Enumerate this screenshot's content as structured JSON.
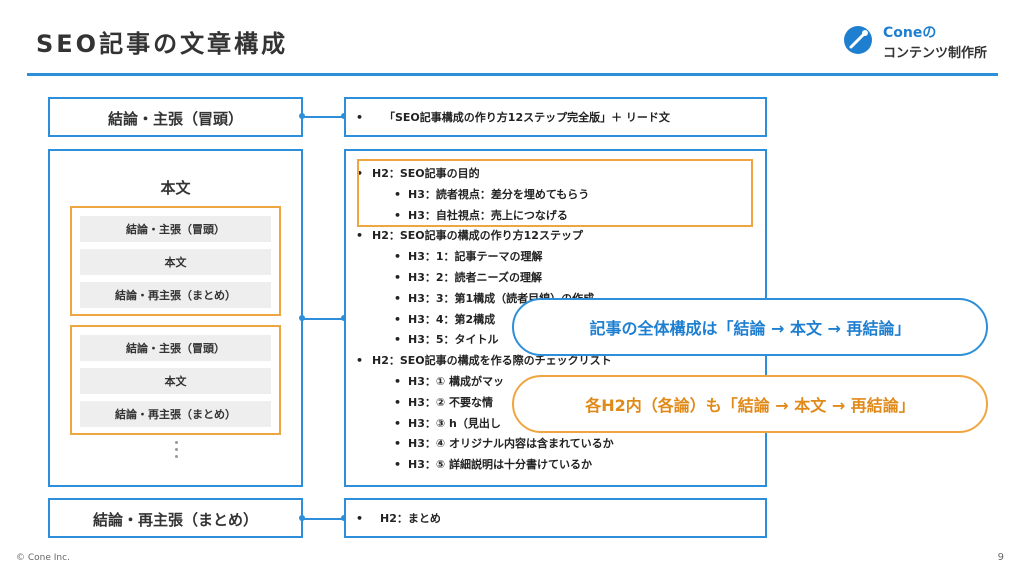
{
  "slide": {
    "title": "SEO記事の文章構成",
    "page_number": "9",
    "copyright": "© Cone Inc."
  },
  "logo": {
    "line1": "Coneの",
    "line2": "コンテンツ制作所",
    "mark_icon": "cone-logo-icon"
  },
  "left": {
    "top_box": "結論・主張（冒頭）",
    "main_box": "本文",
    "group1": [
      "結論・主張（冒頭）",
      "本文",
      "結論・再主張（まとめ）"
    ],
    "group2": [
      "結論・主張（冒頭）",
      "本文",
      "結論・再主張（まとめ）"
    ],
    "bottom_box": "結論・再主張（まとめ）"
  },
  "right": {
    "bullet": "•",
    "top_line": "「SEO記事構成の作り方12ステップ完全版」＋ リード文",
    "outline": [
      {
        "level": 1,
        "text": "H2：SEO記事の目的"
      },
      {
        "level": 2,
        "text": "H3：読者視点：差分を埋めてもらう"
      },
      {
        "level": 2,
        "text": "H3：自社視点：売上につなげる"
      },
      {
        "level": 1,
        "text": "H2：SEO記事の構成の作り方12ステップ"
      },
      {
        "level": 2,
        "text": "H3：1：記事テーマの理解"
      },
      {
        "level": 2,
        "text": "H3：2：読者ニーズの理解"
      },
      {
        "level": 2,
        "text": "H3：3：第1構成（読者目線）の作成"
      },
      {
        "level": 2,
        "text": "H3：4：第2構成"
      },
      {
        "level": 2,
        "text": "H3：5：タイトル"
      },
      {
        "level": 1,
        "text": "H2：SEO記事の構成を作る際のチェックリスト"
      },
      {
        "level": 2,
        "text": "H3：① 構成がマッ"
      },
      {
        "level": 2,
        "text": "H3：② 不要な情"
      },
      {
        "level": 2,
        "text": "H3：③ h（見出し"
      },
      {
        "level": 2,
        "text": "H3：④ オリジナル内容は含まれているか"
      },
      {
        "level": 2,
        "text": "H3：⑤ 詳細説明は十分書けているか"
      }
    ],
    "bottom_line": "H2：まとめ"
  },
  "callouts": {
    "blue": "記事の全体構成は「結論 → 本文 → 再結論」",
    "orange": "各H2内（各論）も「結論 → 本文 → 再結論」"
  },
  "colors": {
    "blue": "#2d8fd9",
    "orange": "#f0a640",
    "gray": "#eeeeee"
  }
}
